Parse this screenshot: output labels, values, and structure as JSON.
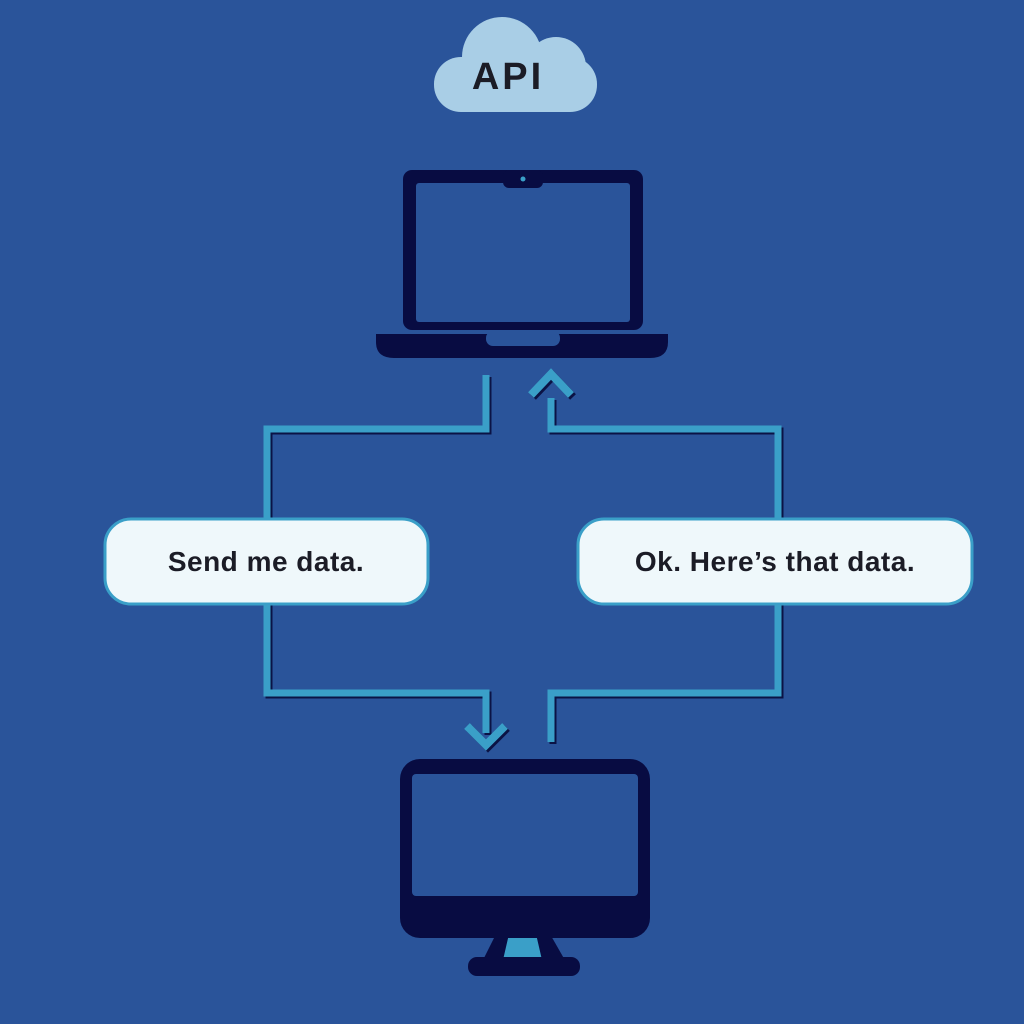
{
  "diagram": {
    "cloud_label": "API",
    "request_bubble": "Send me data.",
    "response_bubble": "Ok. Here’s that data."
  },
  "icons": {
    "cloud": "api-cloud-icon",
    "laptop": "laptop-icon",
    "monitor": "desktop-monitor-icon",
    "request_arrow": "request-arrow-down-icon",
    "response_arrow": "response-arrow-up-icon"
  },
  "colors": {
    "bg": "#2a549a",
    "navy": "#080c42",
    "teal": "#3a9fc8",
    "cloud": "#a9cee6",
    "bubble": "#eff8fb",
    "ink": "#1b1c26"
  }
}
